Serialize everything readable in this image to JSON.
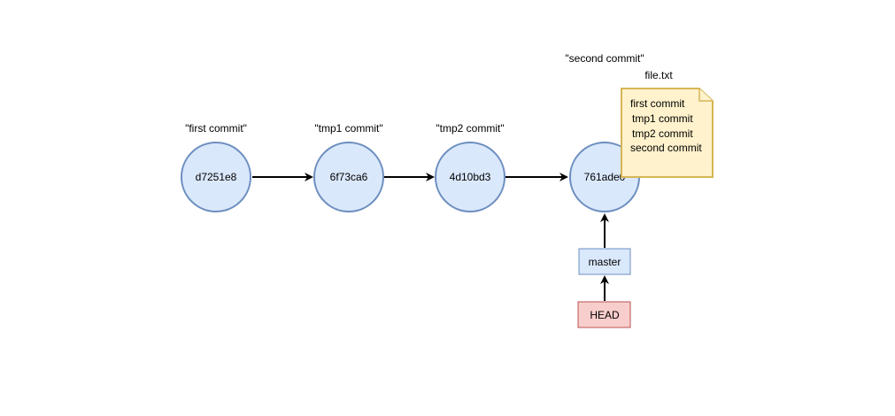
{
  "commits": [
    {
      "hash": "d7251e8",
      "message": "\"first commit\""
    },
    {
      "hash": "6f73ca6",
      "message": "\"tmp1 commit\""
    },
    {
      "hash": "4d10bd3",
      "message": "\"tmp2 commit\""
    },
    {
      "hash": "761ade0",
      "message": "\"second commit\""
    }
  ],
  "refs": {
    "branch": "master",
    "head": "HEAD"
  },
  "file_note": {
    "filename": "file.txt",
    "lines": [
      "first commit",
      "tmp1 commit",
      "tmp2 commit",
      "second commit"
    ]
  },
  "colors": {
    "commit_fill": "#dae8fc",
    "commit_stroke": "#6c8ebf",
    "head_fill": "#f8cecc",
    "head_stroke": "#b85450",
    "note_fill": "#fff2cc",
    "note_stroke": "#d6b656"
  }
}
